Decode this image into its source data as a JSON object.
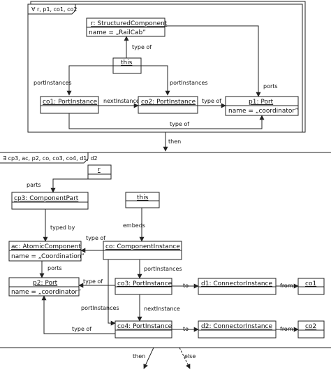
{
  "top_pattern": {
    "quantifier": "∀ r, p1, co1, co2",
    "objects": {
      "r": {
        "title": "r: StructuredComponent",
        "attr": "name = „RailCab”"
      },
      "this": {
        "title": "this"
      },
      "co1": {
        "title": "co1: PortInstance"
      },
      "co2": {
        "title": "co2: PortInstance"
      },
      "p1": {
        "title": "p1: Port",
        "attr": "name = „coordinator”"
      }
    },
    "edges": {
      "this_r": "type of",
      "this_co1": "portInstances",
      "this_co2": "portInstances",
      "co1_co2": "nextInstance",
      "co2_p1": "type of",
      "r_p1": "ports",
      "co1_p1": "type of"
    }
  },
  "then_label": "then",
  "bottom_pattern": {
    "quantifier": "∃ cp3, ac, p2, co, co3, co4, d1, d2",
    "objects": {
      "r": {
        "title": "r"
      },
      "cp3": {
        "title": "cp3: ComponentPart"
      },
      "this": {
        "title": "this"
      },
      "ac": {
        "title": "ac: AtomicComponent",
        "attr": "name = „Coordination”"
      },
      "co": {
        "title": "co: ComponentInstance"
      },
      "p2": {
        "title": "p2: Port",
        "attr": "name = „coordinator”"
      },
      "co3": {
        "title": "co3: PortInstance"
      },
      "d1": {
        "title": "d1: ConnectorInstance"
      },
      "co1": {
        "title": "co1"
      },
      "co4": {
        "title": "co4: PortInstance"
      },
      "d2": {
        "title": "d2: ConnectorInstance"
      },
      "co2": {
        "title": "co2"
      }
    },
    "edges": {
      "r_cp3": "parts",
      "cp3_ac": "typed by",
      "co_ac": "type of",
      "this_co": "embeds",
      "ac_p2": "ports",
      "co_co3": "portInstances",
      "co3_p2": "type of",
      "co_co4": "portInstances",
      "co3_co4": "nextInstance",
      "co4_p2": "type of",
      "co3_d1": "to",
      "d1_co1": "from",
      "co4_d2": "to",
      "d2_co2": "from"
    }
  },
  "bottom_then_label": "then",
  "bottom_else_label": "else"
}
